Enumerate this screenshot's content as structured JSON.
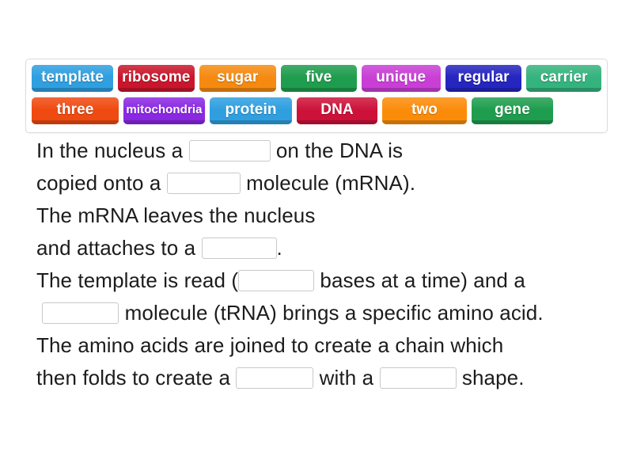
{
  "word_bank": {
    "name": "word-bank",
    "rows": [
      [
        {
          "label": "template",
          "color": "#2f9fe0",
          "width": 110
        },
        {
          "label": "ribosome",
          "color": "#c9162c",
          "width": 103
        },
        {
          "label": "sugar",
          "color": "#f68a11",
          "width": 104
        },
        {
          "label": "five",
          "color": "#1f9d4e",
          "width": 102
        },
        {
          "label": "unique",
          "color": "#c93fd6",
          "width": 107
        },
        {
          "label": "regular",
          "color": "#2525c0",
          "width": 103
        },
        {
          "label": "carrier",
          "color": "#35b37e",
          "width": 101
        }
      ],
      [
        {
          "label": "three",
          "color": "#ef4a11",
          "width": 110
        },
        {
          "label": "mitochondria",
          "color": "#8a28e2",
          "width": 103,
          "small": true
        },
        {
          "label": "protein",
          "color": "#2f9fe0",
          "width": 104
        },
        {
          "label": "DNA",
          "color": "#cd1239",
          "width": 102
        },
        {
          "label": "two",
          "color": "#fb8c0a",
          "width": 107
        },
        {
          "label": "gene",
          "color": "#1f9d4e",
          "width": 103
        }
      ]
    ]
  },
  "sentence": {
    "lines": [
      [
        {
          "type": "text",
          "value": "In the nucleus a "
        },
        {
          "type": "blank",
          "width": 103
        },
        {
          "type": "text",
          "value": " on the DNA is"
        }
      ],
      [
        {
          "type": "text",
          "value": "copied onto a "
        },
        {
          "type": "blank",
          "width": 93
        },
        {
          "type": "text",
          "value": " molecule (mRNA)."
        }
      ],
      [
        {
          "type": "text",
          "value": "The mRNA leaves the nucleus"
        }
      ],
      [
        {
          "type": "text",
          "value": "and attaches to a "
        },
        {
          "type": "blank",
          "width": 95
        },
        {
          "type": "text",
          "value": "."
        }
      ],
      [
        {
          "type": "text",
          "value": "The template is read ("
        },
        {
          "type": "blank",
          "width": 96
        },
        {
          "type": "text",
          "value": " bases at a time) and a"
        }
      ],
      [
        {
          "type": "text",
          "value": " "
        },
        {
          "type": "blank",
          "width": 97
        },
        {
          "type": "text",
          "value": " molecule (tRNA) brings a specific amino acid."
        }
      ],
      [
        {
          "type": "text",
          "value": "The amino acids are joined to create a chain which"
        }
      ],
      [
        {
          "type": "text",
          "value": "then folds to create a "
        },
        {
          "type": "blank",
          "width": 98
        },
        {
          "type": "text",
          "value": " with a "
        },
        {
          "type": "blank",
          "width": 97
        },
        {
          "type": "text",
          "value": " shape."
        }
      ]
    ]
  }
}
